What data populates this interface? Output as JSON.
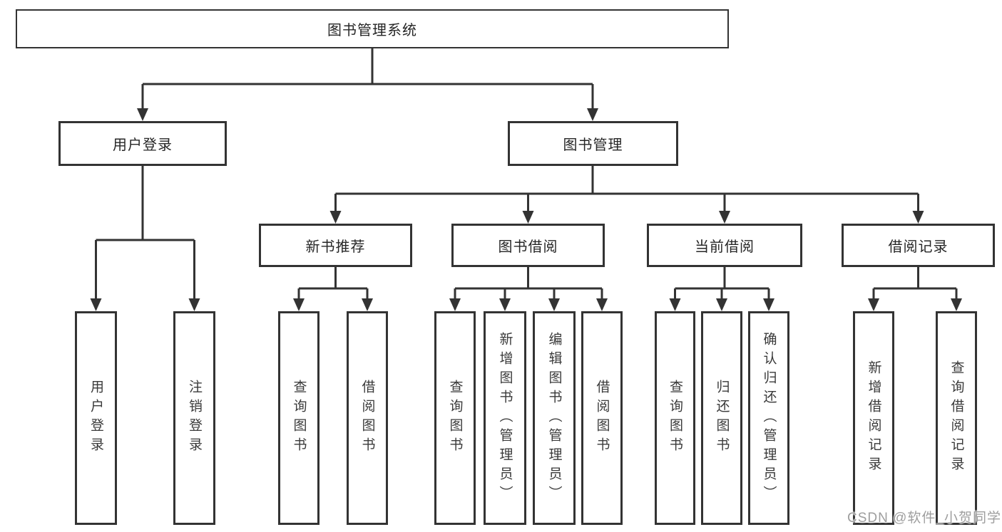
{
  "diagram": {
    "title": "图书管理系统",
    "level1": [
      "用户登录",
      "图书管理"
    ],
    "level2": [
      "新书推荐",
      "图书借阅",
      "当前借阅",
      "借阅记录"
    ],
    "leaves": {
      "user_login": [
        "用户登录",
        "注销登录"
      ],
      "new_book_recommend": [
        "查询图书",
        "借阅图书"
      ],
      "book_borrow": [
        "查询图书",
        "新增图书（管理员）",
        "编辑图书（管理员）",
        "借阅图书"
      ],
      "current_borrow": [
        "查询图书",
        "归还图书",
        "确认归还（管理员）"
      ],
      "borrow_records": [
        "新增借阅记录",
        "查询借阅记录"
      ]
    },
    "colors": {
      "line": "#333333",
      "text": "#262626",
      "background": "#ffffff",
      "watermark_text": "#9e9e9e"
    }
  },
  "watermark": "CSDN @软件_小贺同学"
}
